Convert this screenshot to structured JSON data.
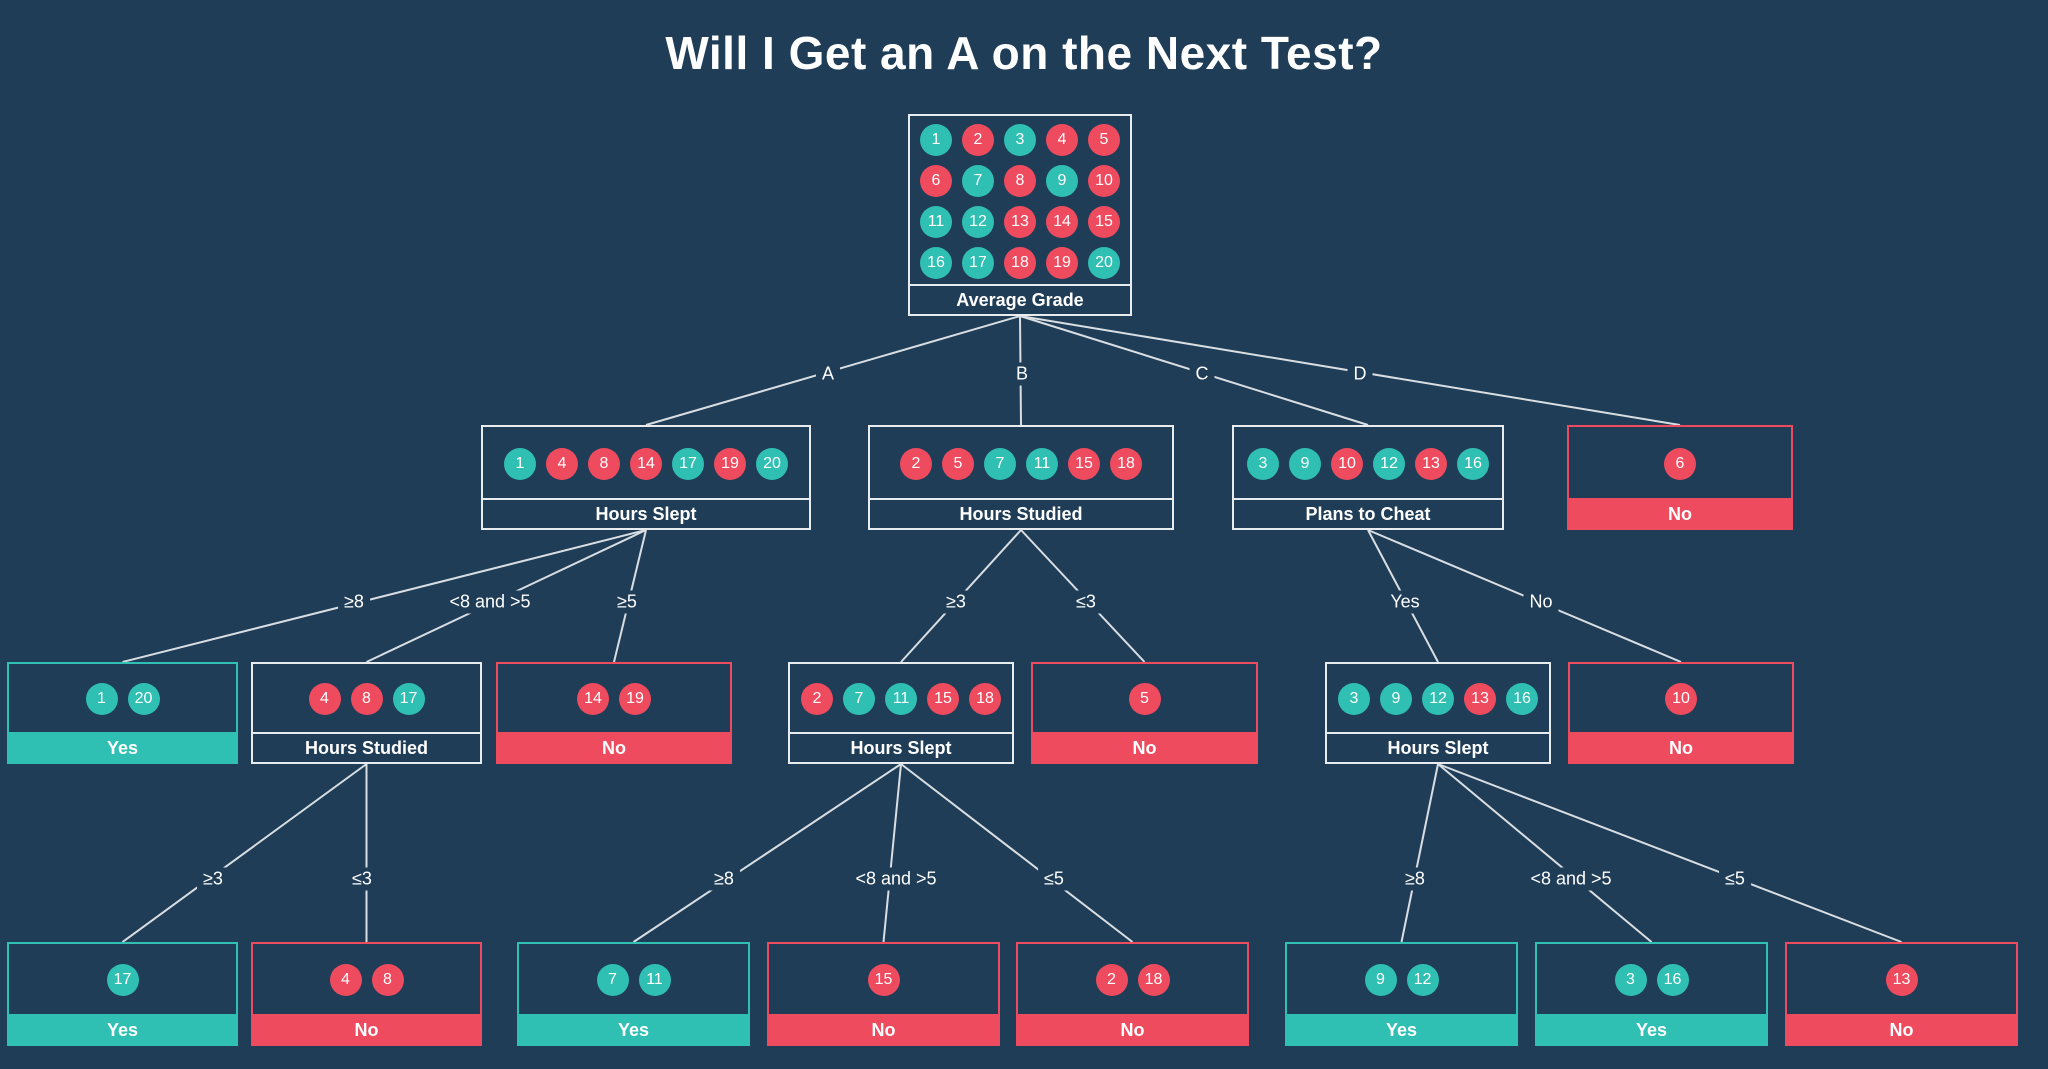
{
  "title": "Will I Get an A on the Next Test?",
  "colors": {
    "background": "#1f3d57",
    "yes": "#2fbfb3",
    "no": "#ef4b5f",
    "line": "#d9dee3"
  },
  "nodes": [
    {
      "id": "root",
      "label": "Average Grade",
      "type": "split",
      "samples": [
        {
          "n": "1",
          "c": "teal"
        },
        {
          "n": "2",
          "c": "red"
        },
        {
          "n": "3",
          "c": "teal"
        },
        {
          "n": "4",
          "c": "red"
        },
        {
          "n": "5",
          "c": "red"
        },
        {
          "n": "6",
          "c": "red"
        },
        {
          "n": "7",
          "c": "teal"
        },
        {
          "n": "8",
          "c": "red"
        },
        {
          "n": "9",
          "c": "teal"
        },
        {
          "n": "10",
          "c": "red"
        },
        {
          "n": "11",
          "c": "teal"
        },
        {
          "n": "12",
          "c": "teal"
        },
        {
          "n": "13",
          "c": "red"
        },
        {
          "n": "14",
          "c": "red"
        },
        {
          "n": "15",
          "c": "red"
        },
        {
          "n": "16",
          "c": "teal"
        },
        {
          "n": "17",
          "c": "teal"
        },
        {
          "n": "18",
          "c": "red"
        },
        {
          "n": "19",
          "c": "red"
        },
        {
          "n": "20",
          "c": "teal"
        }
      ]
    },
    {
      "id": "a",
      "label": "Hours Slept",
      "type": "split",
      "samples": [
        {
          "n": "1",
          "c": "teal"
        },
        {
          "n": "4",
          "c": "red"
        },
        {
          "n": "8",
          "c": "red"
        },
        {
          "n": "14",
          "c": "red"
        },
        {
          "n": "17",
          "c": "teal"
        },
        {
          "n": "19",
          "c": "red"
        },
        {
          "n": "20",
          "c": "teal"
        }
      ]
    },
    {
      "id": "b",
      "label": "Hours Studied",
      "type": "split",
      "samples": [
        {
          "n": "2",
          "c": "red"
        },
        {
          "n": "5",
          "c": "red"
        },
        {
          "n": "7",
          "c": "teal"
        },
        {
          "n": "11",
          "c": "teal"
        },
        {
          "n": "15",
          "c": "red"
        },
        {
          "n": "18",
          "c": "red"
        }
      ]
    },
    {
      "id": "c",
      "label": "Plans to Cheat",
      "type": "split",
      "samples": [
        {
          "n": "3",
          "c": "teal"
        },
        {
          "n": "9",
          "c": "teal"
        },
        {
          "n": "10",
          "c": "red"
        },
        {
          "n": "12",
          "c": "teal"
        },
        {
          "n": "13",
          "c": "red"
        },
        {
          "n": "16",
          "c": "teal"
        }
      ]
    },
    {
      "id": "d",
      "label": "No",
      "type": "no",
      "samples": [
        {
          "n": "6",
          "c": "red"
        }
      ]
    },
    {
      "id": "a1",
      "label": "Yes",
      "type": "yes",
      "samples": [
        {
          "n": "1",
          "c": "teal"
        },
        {
          "n": "20",
          "c": "teal"
        }
      ]
    },
    {
      "id": "a2",
      "label": "Hours Studied",
      "type": "split",
      "samples": [
        {
          "n": "4",
          "c": "red"
        },
        {
          "n": "8",
          "c": "red"
        },
        {
          "n": "17",
          "c": "teal"
        }
      ]
    },
    {
      "id": "a3",
      "label": "No",
      "type": "no",
      "samples": [
        {
          "n": "14",
          "c": "red"
        },
        {
          "n": "19",
          "c": "red"
        }
      ]
    },
    {
      "id": "b1",
      "label": "Hours Slept",
      "type": "split",
      "samples": [
        {
          "n": "2",
          "c": "red"
        },
        {
          "n": "7",
          "c": "teal"
        },
        {
          "n": "11",
          "c": "teal"
        },
        {
          "n": "15",
          "c": "red"
        },
        {
          "n": "18",
          "c": "red"
        }
      ]
    },
    {
      "id": "b2",
      "label": "No",
      "type": "no",
      "samples": [
        {
          "n": "5",
          "c": "red"
        }
      ]
    },
    {
      "id": "c1",
      "label": "Hours Slept",
      "type": "split",
      "samples": [
        {
          "n": "3",
          "c": "teal"
        },
        {
          "n": "9",
          "c": "teal"
        },
        {
          "n": "12",
          "c": "teal"
        },
        {
          "n": "13",
          "c": "red"
        },
        {
          "n": "16",
          "c": "teal"
        }
      ]
    },
    {
      "id": "c2",
      "label": "No",
      "type": "no",
      "samples": [
        {
          "n": "10",
          "c": "red"
        }
      ]
    },
    {
      "id": "a2a",
      "label": "Yes",
      "type": "yes",
      "samples": [
        {
          "n": "17",
          "c": "teal"
        }
      ]
    },
    {
      "id": "a2b",
      "label": "No",
      "type": "no",
      "samples": [
        {
          "n": "4",
          "c": "red"
        },
        {
          "n": "8",
          "c": "red"
        }
      ]
    },
    {
      "id": "b1a",
      "label": "Yes",
      "type": "yes",
      "samples": [
        {
          "n": "7",
          "c": "teal"
        },
        {
          "n": "11",
          "c": "teal"
        }
      ]
    },
    {
      "id": "b1b",
      "label": "No",
      "type": "no",
      "samples": [
        {
          "n": "15",
          "c": "red"
        }
      ]
    },
    {
      "id": "b1c",
      "label": "No",
      "type": "no",
      "samples": [
        {
          "n": "2",
          "c": "red"
        },
        {
          "n": "18",
          "c": "red"
        }
      ]
    },
    {
      "id": "c1a",
      "label": "Yes",
      "type": "yes",
      "samples": [
        {
          "n": "9",
          "c": "teal"
        },
        {
          "n": "12",
          "c": "teal"
        }
      ]
    },
    {
      "id": "c1b",
      "label": "Yes",
      "type": "yes",
      "samples": [
        {
          "n": "3",
          "c": "teal"
        },
        {
          "n": "16",
          "c": "teal"
        }
      ]
    },
    {
      "id": "c1c",
      "label": "No",
      "type": "no",
      "samples": [
        {
          "n": "13",
          "c": "red"
        }
      ]
    }
  ],
  "edges": [
    {
      "from": "root",
      "to": "a",
      "label": "A"
    },
    {
      "from": "root",
      "to": "b",
      "label": "B"
    },
    {
      "from": "root",
      "to": "c",
      "label": "C"
    },
    {
      "from": "root",
      "to": "d",
      "label": "D"
    },
    {
      "from": "a",
      "to": "a1",
      "label": "≥8"
    },
    {
      "from": "a",
      "to": "a2",
      "label": "<8 and >5"
    },
    {
      "from": "a",
      "to": "a3",
      "label": "≥5"
    },
    {
      "from": "b",
      "to": "b1",
      "label": "≥3"
    },
    {
      "from": "b",
      "to": "b2",
      "label": "≤3"
    },
    {
      "from": "c",
      "to": "c1",
      "label": "Yes"
    },
    {
      "from": "c",
      "to": "c2",
      "label": "No"
    },
    {
      "from": "a2",
      "to": "a2a",
      "label": "≥3"
    },
    {
      "from": "a2",
      "to": "a2b",
      "label": "≤3"
    },
    {
      "from": "b1",
      "to": "b1a",
      "label": "≥8"
    },
    {
      "from": "b1",
      "to": "b1b",
      "label": "<8 and >5"
    },
    {
      "from": "b1",
      "to": "b1c",
      "label": "≤5"
    },
    {
      "from": "c1",
      "to": "c1a",
      "label": "≥8"
    },
    {
      "from": "c1",
      "to": "c1b",
      "label": "<8 and >5"
    },
    {
      "from": "c1",
      "to": "c1c",
      "label": "≤5"
    }
  ]
}
